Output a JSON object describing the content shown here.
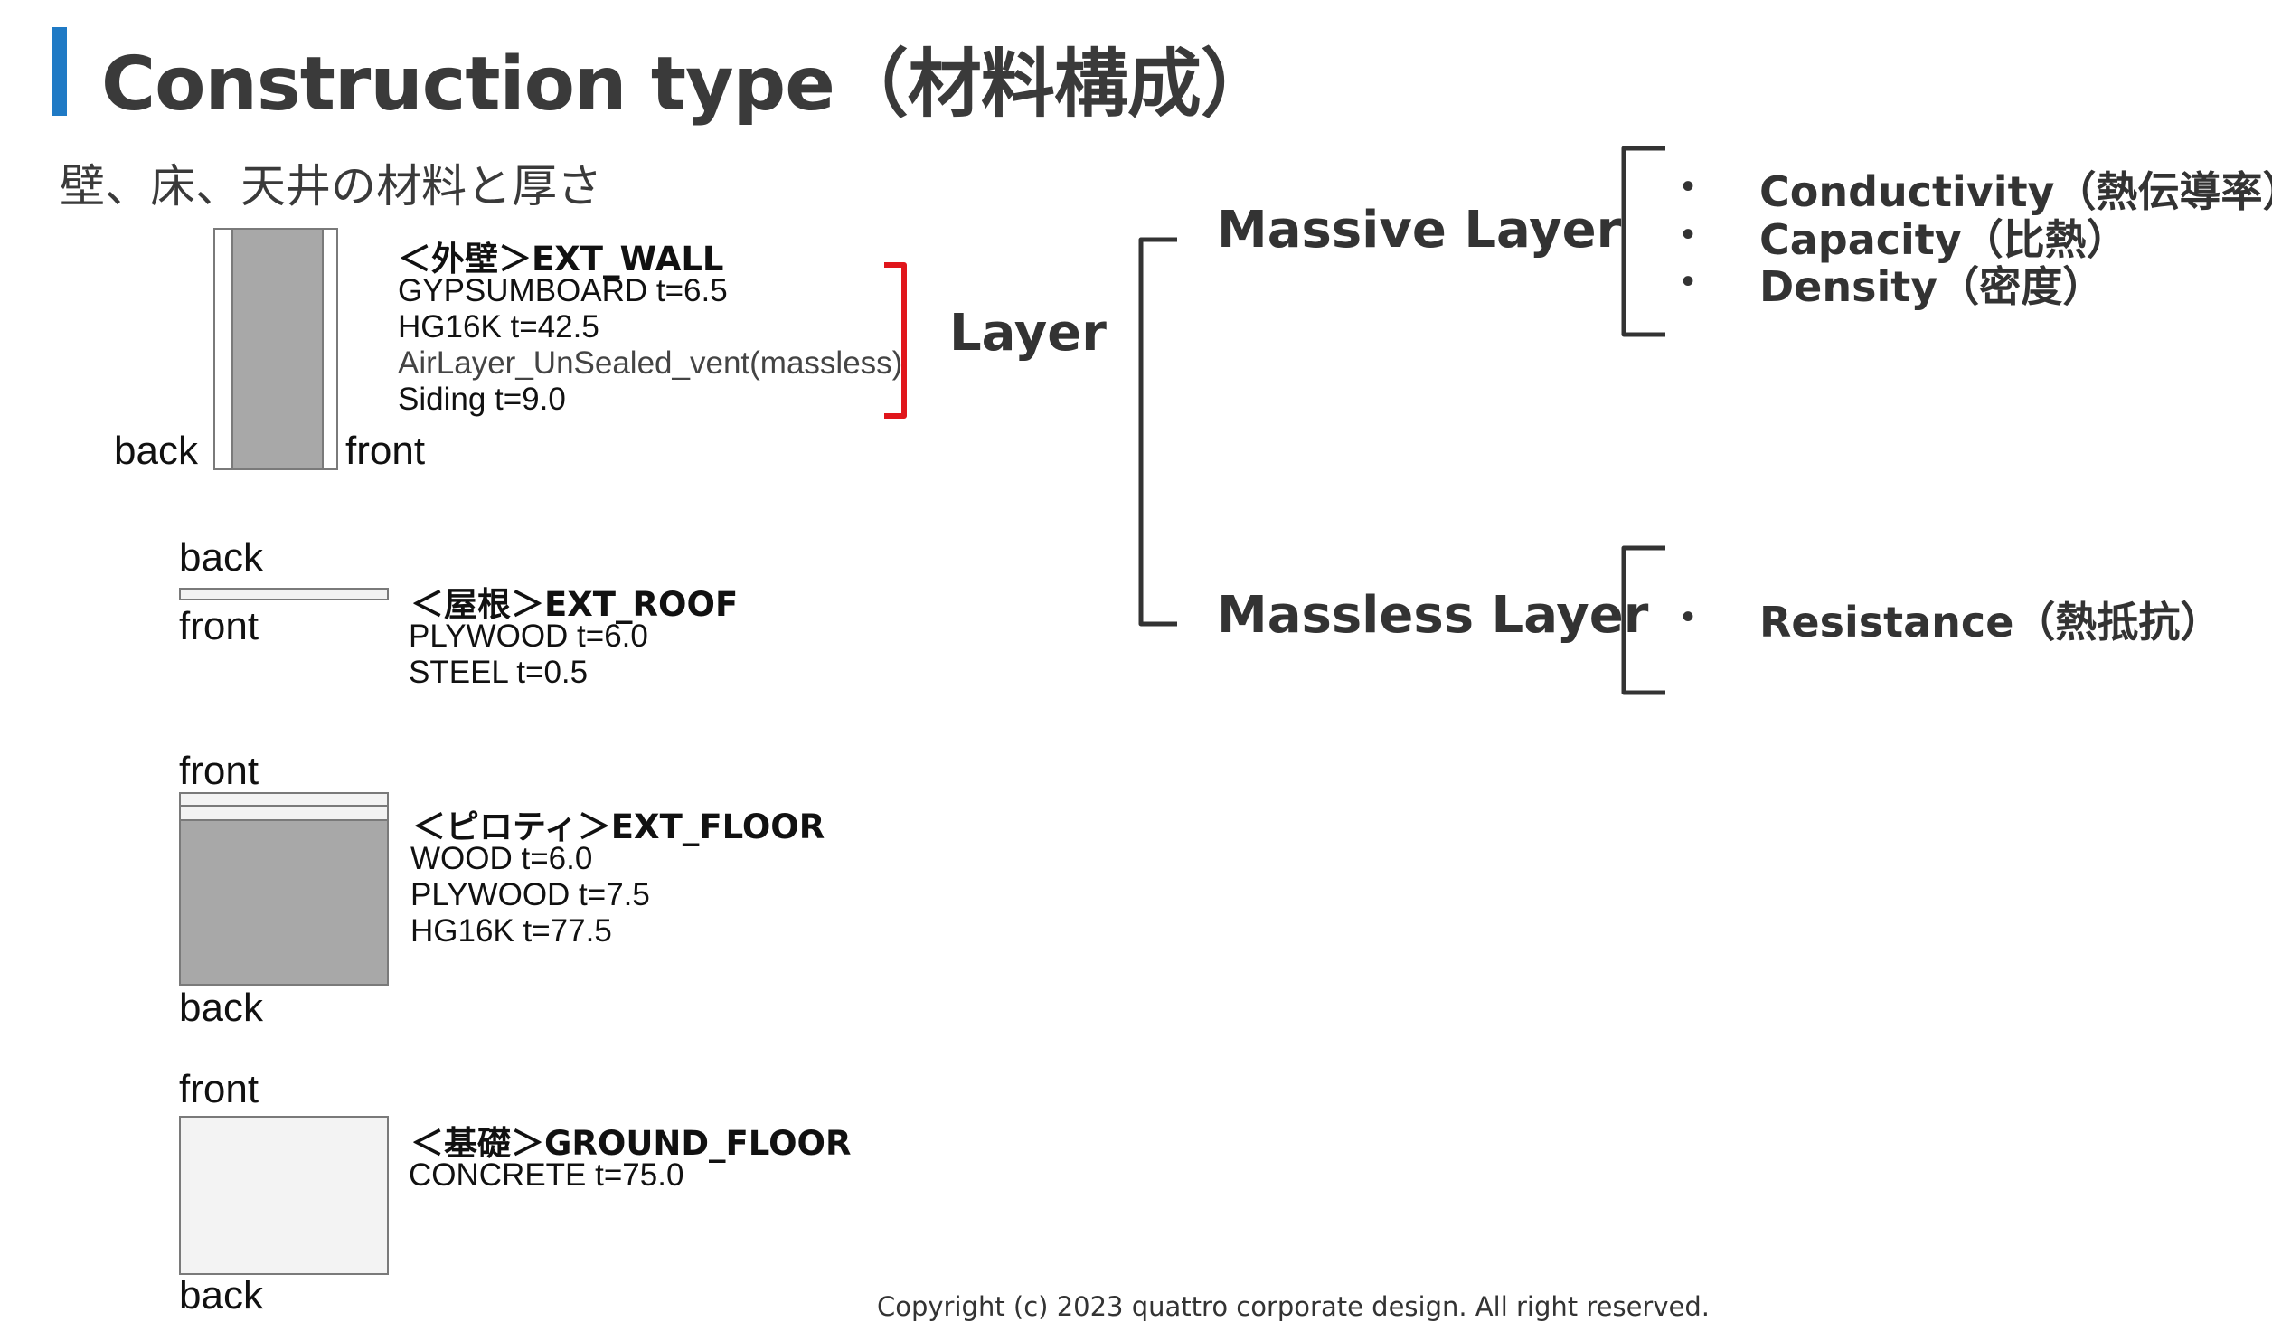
{
  "title": "Construction type（材料構成）",
  "subtitle": "壁、床、天井の材料と厚さ",
  "colors": {
    "accent": "#1f7ac5",
    "bracket_red": "#e0161c",
    "layer_fill": "#a8a8a8",
    "concrete_fill": "#f3f3f3"
  },
  "wall": {
    "back": "back",
    "front": "front",
    "header": "＜外壁＞EXT_WALL",
    "layers": [
      "GYPSUMBOARD t=6.5",
      "HG16K t=42.5",
      "AirLayer_UnSealed_vent(massless)",
      "Siding t=9.0"
    ]
  },
  "roof": {
    "back": "back",
    "front": "front",
    "header": "＜屋根＞EXT_ROOF",
    "layers": [
      "PLYWOOD t=6.0",
      "STEEL t=0.5"
    ]
  },
  "floor": {
    "front": "front",
    "back": "back",
    "header": "＜ピロティ＞EXT_FLOOR",
    "layers": [
      "WOOD t=6.0",
      "PLYWOOD t=7.5",
      "HG16K t=77.5"
    ]
  },
  "ground": {
    "front": "front",
    "back": "back",
    "header": "＜基礎＞GROUND_FLOOR",
    "layers": [
      "CONCRETE t=75.0"
    ]
  },
  "layer_label": "Layer",
  "massive": {
    "label": "Massive Layer",
    "props": [
      "Conductivity（熱伝導率）",
      "Capacity（比熱）",
      "Density（密度）"
    ]
  },
  "massless": {
    "label": "Massless Layer",
    "props": [
      "Resistance（熱抵抗）"
    ]
  },
  "bullet": "•",
  "copyright": "Copyright (c) 2023 quattro corporate design. All right reserved."
}
